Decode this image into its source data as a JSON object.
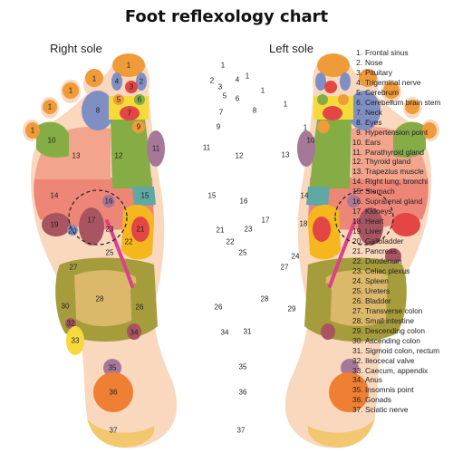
{
  "title": "Foot reflexology chart",
  "labels": {
    "right_sole": "Right sole",
    "left_sole": "Left sole"
  },
  "colors": {
    "skin": "#f9d8bd",
    "toe_tip": "#ef9b3a",
    "sinus_blue": "#7f8fc4",
    "yellow": "#f6d93b",
    "red": "#e44545",
    "green": "#86ad45",
    "salmon_light": "#f2a48c",
    "salmon": "#ee8678",
    "teal": "#5fa8a4",
    "maroon": "#a85561",
    "orange_yellow": "#f4b81e",
    "olive": "#a59c3c",
    "tan": "#dbb86a",
    "mauve": "#a67898",
    "orange": "#ef7f32",
    "magenta": "#d94188",
    "sciatic": "#f2c770"
  },
  "legend": [
    "Frontal sinus",
    "Nose",
    "Pituitary",
    "Trigeminal nerve",
    "Cerebrum",
    "Cerebellum brain stem",
    "Neck",
    "Eyes",
    "Hypertension point",
    "Ears",
    "Parathyroid gland",
    "Thyroid gland",
    "Trapezius muscle",
    "Right lung, bronchi",
    "Stomach",
    "Suprarenal gland",
    "Kidneys",
    "Heart",
    "Liver",
    "Gallbladder",
    "Pancreas",
    "Duodenum",
    "Celiac plexus",
    "Spleen",
    "Ureters",
    "Bladder",
    "Transverse colon",
    "Small intestine",
    "Descending colon",
    "Ascending colon",
    "Sigmoid colon, rectum",
    "Ileocecal valve",
    "Caecum, appendix",
    "Anus",
    "Insomnis point",
    "Gonads",
    "Sciatic nerve"
  ],
  "zones": {
    "right": [
      {
        "n": "1"
      },
      {
        "n": "1"
      },
      {
        "n": "1"
      },
      {
        "n": "1"
      },
      {
        "n": "1"
      },
      {
        "n": "2"
      },
      {
        "n": "3"
      },
      {
        "n": "4"
      },
      {
        "n": "5"
      },
      {
        "n": "6"
      },
      {
        "n": "7"
      },
      {
        "n": "8"
      },
      {
        "n": "9"
      },
      {
        "n": "10"
      },
      {
        "n": "11"
      },
      {
        "n": "12"
      },
      {
        "n": "13"
      },
      {
        "n": "14"
      },
      {
        "n": "15"
      },
      {
        "n": "16"
      },
      {
        "n": "17"
      },
      {
        "n": "19"
      },
      {
        "n": "20"
      },
      {
        "n": "21"
      },
      {
        "n": "22"
      },
      {
        "n": "23"
      },
      {
        "n": "25"
      },
      {
        "n": "27"
      },
      {
        "n": "28"
      },
      {
        "n": "26"
      },
      {
        "n": "30"
      },
      {
        "n": "32"
      },
      {
        "n": "33"
      },
      {
        "n": "34"
      },
      {
        "n": "35"
      },
      {
        "n": "36"
      },
      {
        "n": "37"
      }
    ],
    "left": [
      {
        "n": "1"
      },
      {
        "n": "1"
      },
      {
        "n": "1"
      },
      {
        "n": "1"
      },
      {
        "n": "1"
      },
      {
        "n": "2"
      },
      {
        "n": "3"
      },
      {
        "n": "4"
      },
      {
        "n": "5"
      },
      {
        "n": "6"
      },
      {
        "n": "7"
      },
      {
        "n": "8"
      },
      {
        "n": "9"
      },
      {
        "n": "10"
      },
      {
        "n": "11"
      },
      {
        "n": "12"
      },
      {
        "n": "13"
      },
      {
        "n": "14"
      },
      {
        "n": "15"
      },
      {
        "n": "16"
      },
      {
        "n": "17"
      },
      {
        "n": "18"
      },
      {
        "n": "21"
      },
      {
        "n": "22"
      },
      {
        "n": "23"
      },
      {
        "n": "24"
      },
      {
        "n": "25"
      },
      {
        "n": "27"
      },
      {
        "n": "28"
      },
      {
        "n": "29"
      },
      {
        "n": "26"
      },
      {
        "n": "31"
      },
      {
        "n": "34"
      },
      {
        "n": "35"
      },
      {
        "n": "36"
      },
      {
        "n": "37"
      }
    ]
  }
}
